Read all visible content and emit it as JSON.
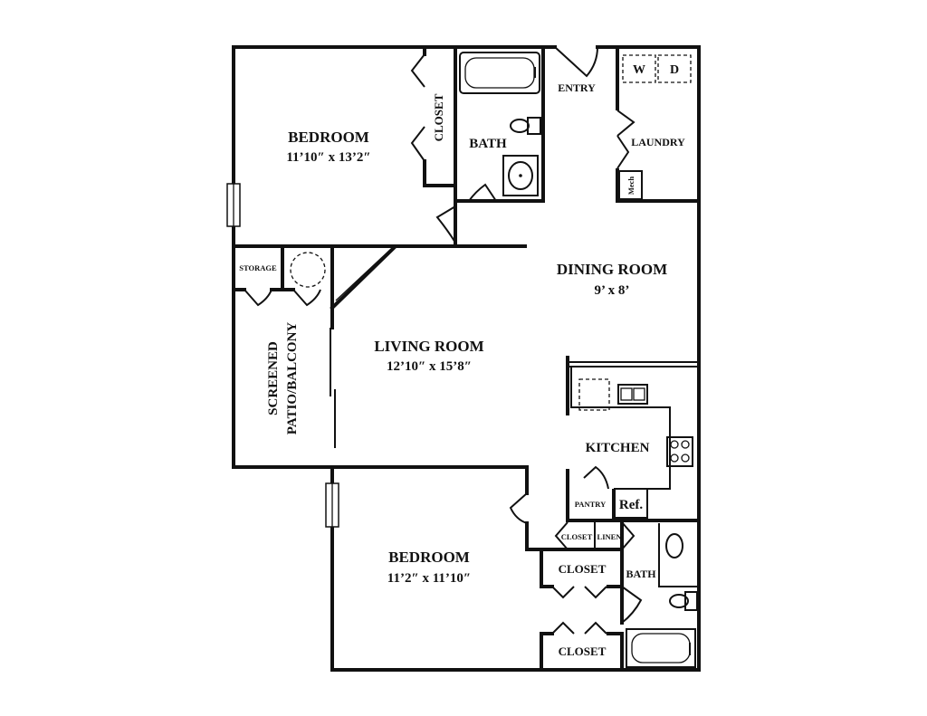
{
  "rooms": {
    "bedroom1": {
      "name": "BEDROOM",
      "dims": "11’10″ x 13’2″"
    },
    "closet1": "CLOSET",
    "bath1": "BATH",
    "entry": "ENTRY",
    "washer": "W",
    "dryer": "D",
    "laundry": "LAUNDRY",
    "mech": "Mech",
    "storage": "STORAGE",
    "dining": {
      "name": "DINING ROOM",
      "dims": "9’ x 8’"
    },
    "living": {
      "name": "LIVING ROOM",
      "dims": "12’10″ x 15’8″"
    },
    "patio": {
      "line1": "SCREENED",
      "line2": "PATIO/BALCONY"
    },
    "kitchen": "KITCHEN",
    "pantry": "PANTRY",
    "fridge": "Ref.",
    "closet_small": "CLOSET",
    "linen": "LINEN",
    "bedroom2": {
      "name": "BEDROOM",
      "dims": "11’2″ x 11’10″"
    },
    "closet2": "CLOSET",
    "closet3": "CLOSET",
    "bath2": "BATH"
  }
}
